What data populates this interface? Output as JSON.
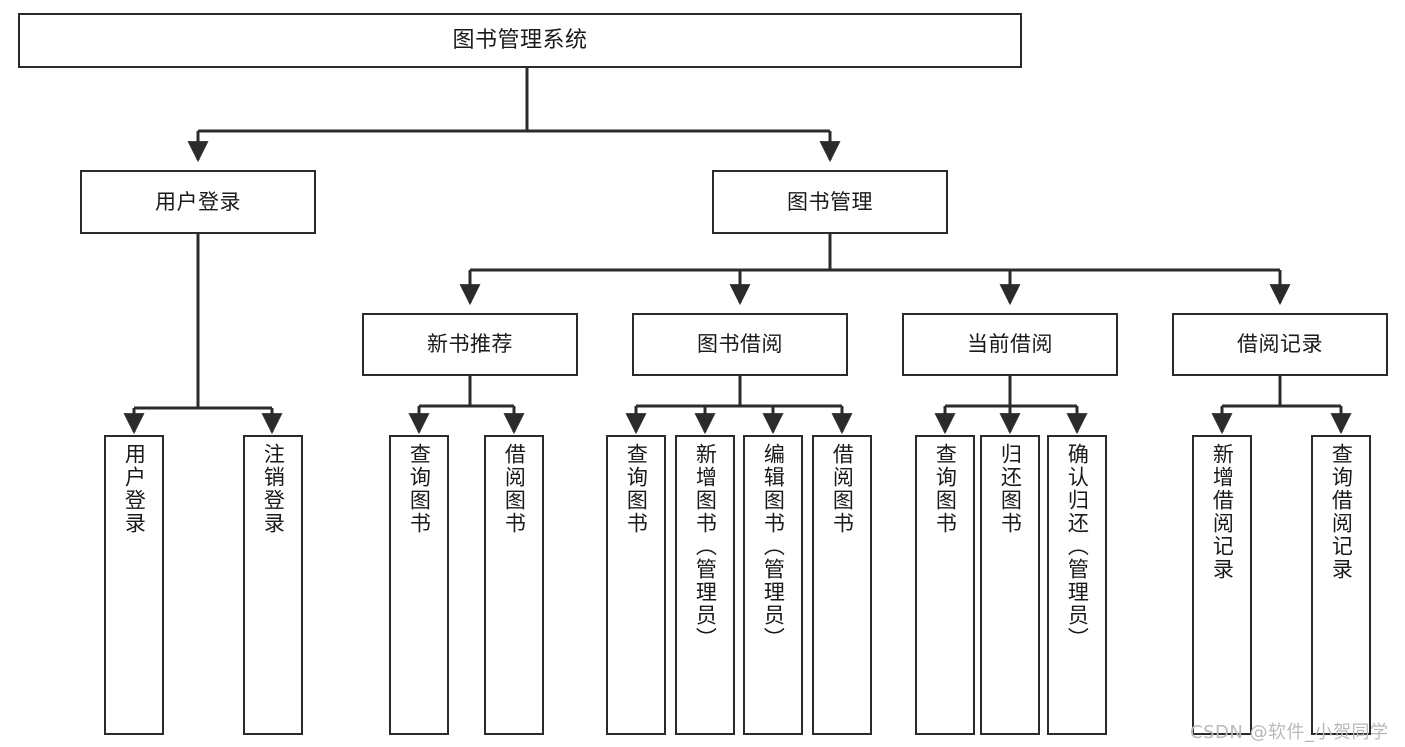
{
  "diagram": {
    "title": "图书管理系统",
    "type": "tree",
    "watermark": "CSDN @软件_小贺同学",
    "colors": {
      "border": "#2b2b2b",
      "background": "#ffffff",
      "text": "#1a1a1a",
      "watermark": "#b9b9b9"
    },
    "nodes": {
      "root": "图书管理系统",
      "level2": {
        "user_login": "用户登录",
        "book_manage": "图书管理"
      },
      "level3": {
        "new_book_rec": "新书推荐",
        "book_borrow": "图书借阅",
        "current_borrow": "当前借阅",
        "borrow_record": "借阅记录"
      },
      "leaves": {
        "login_1": "用户登录",
        "login_2": "注销登录",
        "rec_1": "查询图书",
        "rec_2": "借阅图书",
        "borrow_1": "查询图书",
        "borrow_2": "新增图书（管理员）",
        "borrow_3": "编辑图书（管理员）",
        "borrow_4": "借阅图书",
        "cur_1": "查询图书",
        "cur_2": "归还图书",
        "cur_3": "确认归还（管理员）",
        "rec_log_1": "新增借阅记录",
        "rec_log_2": "查询借阅记录"
      }
    }
  }
}
